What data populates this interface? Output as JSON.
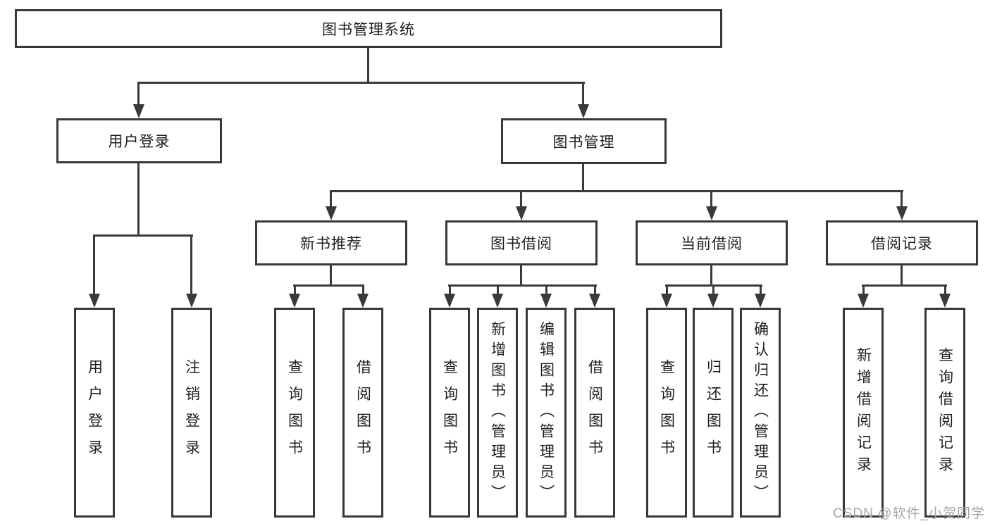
{
  "tree": {
    "root": "图书管理系统",
    "children": [
      {
        "label": "用户登录",
        "leaves": [
          "用户登录",
          "注销登录"
        ]
      },
      {
        "label": "图书管理",
        "children": [
          {
            "label": "新书推荐",
            "leaves": [
              "查询图书",
              "借阅图书"
            ]
          },
          {
            "label": "图书借阅",
            "leaves": [
              "查询图书",
              "新增图书（管理员）",
              "编辑图书（管理员）",
              "借阅图书"
            ]
          },
          {
            "label": "当前借阅",
            "leaves": [
              "查询图书",
              "归还图书",
              "确认归还（管理员）"
            ]
          },
          {
            "label": "借阅记录",
            "leaves": [
              "新增借阅记录",
              "查询借阅记录"
            ]
          }
        ]
      }
    ]
  },
  "watermark": "CSDN @软件_小贺同学"
}
